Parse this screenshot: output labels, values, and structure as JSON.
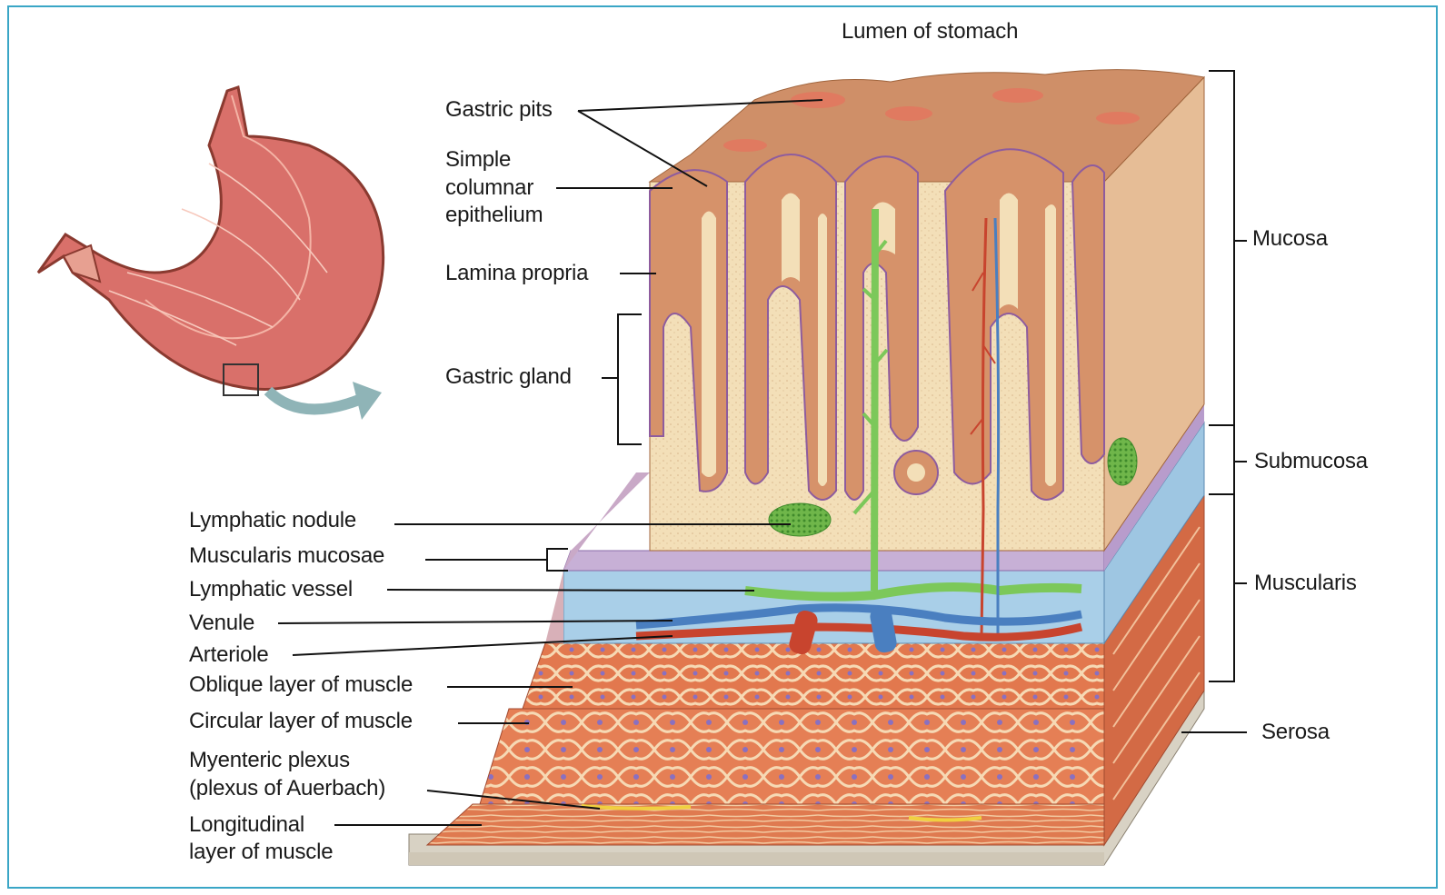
{
  "title": "Lumen of stomach",
  "left_labels": {
    "gastric_pits": "Gastric pits",
    "simple_columnar_1": "Simple",
    "simple_columnar_2": "columnar",
    "simple_columnar_3": "epithelium",
    "lamina_propria": "Lamina propria",
    "gastric_gland": "Gastric gland",
    "lymphatic_nodule": "Lymphatic nodule",
    "muscularis_mucosae": "Muscularis mucosae",
    "lymphatic_vessel": "Lymphatic vessel",
    "venule": "Venule",
    "arteriole": "Arteriole",
    "oblique_layer": "Oblique layer of muscle",
    "circular_layer": "Circular layer of muscle",
    "myenteric_1": "Myenteric plexus",
    "myenteric_2": "(plexus of Auerbach)",
    "longitudinal_1": "Longitudinal",
    "longitudinal_2": "layer of muscle"
  },
  "right_labels": {
    "mucosa": "Mucosa",
    "submucosa": "Submucosa",
    "muscularis": "Muscularis",
    "serosa": "Serosa"
  },
  "colors": {
    "frame": "#3aa6c6",
    "mucosa_tissue": "#d9906a",
    "lamina": "#f3dfb8",
    "submucosa": "#a9cfe8",
    "muscle": "#e07a52",
    "lymphatic": "#7cc85a",
    "artery": "#c8442e",
    "vein": "#4a7fc0"
  }
}
